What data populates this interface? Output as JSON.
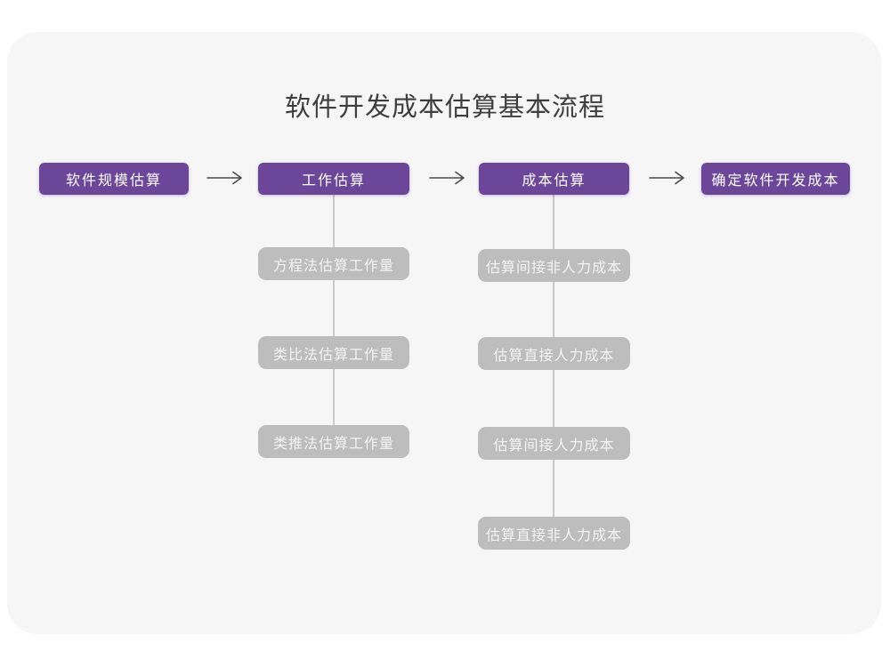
{
  "title": "软件开发成本估算基本流程",
  "colors": {
    "card_bg": "#f6f6f7",
    "stage_fill": "#6b4699",
    "stage_text": "#ffffff",
    "sub_fill": "#bdbdbd",
    "sub_text": "#f4f4f4",
    "connector": "#cacaca",
    "arrow": "#4a4a4a",
    "title_text": "#3e3e3e"
  },
  "flow": {
    "stages": [
      {
        "label": "软件规模估算"
      },
      {
        "label": "工作估算",
        "children": [
          {
            "label": "方程法估算工作量"
          },
          {
            "label": "类比法估算工作量"
          },
          {
            "label": "类推法估算工作量"
          }
        ]
      },
      {
        "label": "成本估算",
        "children": [
          {
            "label": "估算间接非人力成本"
          },
          {
            "label": "估算直接人力成本"
          },
          {
            "label": "估算间接人力成本"
          },
          {
            "label": "估算直接非人力成本"
          }
        ]
      },
      {
        "label": "确定软件开发成本"
      }
    ]
  }
}
